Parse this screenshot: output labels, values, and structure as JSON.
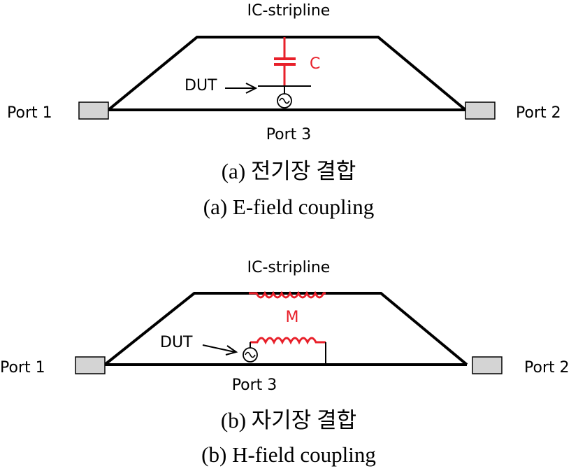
{
  "diagram_a": {
    "title": "IC-stripline",
    "port1": "Port 1",
    "port2": "Port 2",
    "port3": "Port 3",
    "dut": "DUT",
    "coupling_element": "C",
    "caption_korean": "(a) 전기장 결합",
    "caption_english": "(a) E-field coupling"
  },
  "diagram_b": {
    "title": "IC-stripline",
    "port1": "Port 1",
    "port2": "Port 2",
    "port3": "Port 3",
    "dut": "DUT",
    "coupling_element": "M",
    "caption_korean": "(b) 자기장 결합",
    "caption_english": "(b) H-field coupling"
  },
  "colors": {
    "coupling": "#e8202a",
    "port_box": "#d4d4d4"
  }
}
